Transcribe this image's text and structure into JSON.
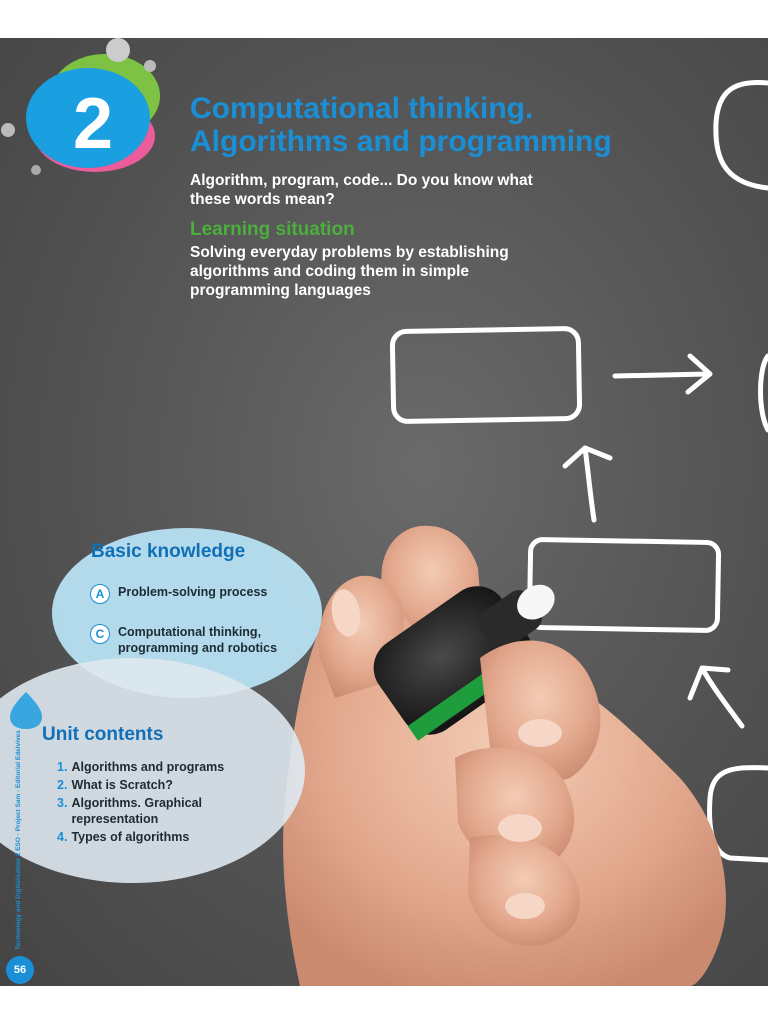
{
  "unit": {
    "number": "2",
    "title_lines": [
      "Computational thinking.",
      "Algorithms and programming"
    ],
    "subtitle": "Algorithm, program, code... Do you know what these words mean?"
  },
  "learning_situation": {
    "heading": "Learning situation",
    "text": "Solving everyday problems by establishing algorithms and coding them in simple programming languages"
  },
  "basic_knowledge": {
    "heading": "Basic knowledge",
    "items": [
      {
        "letter": "A",
        "text": "Problem-solving process"
      },
      {
        "letter": "C",
        "text": "Computational thinking, programming and robotics"
      }
    ]
  },
  "unit_contents": {
    "heading": "Unit contents",
    "items": [
      {
        "num": "1.",
        "text": "Algorithms and programs"
      },
      {
        "num": "2.",
        "text": "What is Scratch?"
      },
      {
        "num": "3.",
        "text": "Algorithms. Graphical representation"
      },
      {
        "num": "4.",
        "text": "Types of algorithms"
      }
    ]
  },
  "footer": {
    "page_number": "56",
    "side_text": "Technology and Digitalisation 2 ESO · Project Sam · Editorial Edelvives"
  },
  "colors": {
    "title_blue": "#1a8fd6",
    "learning_green": "#4cae3c",
    "bubble_light_blue": "#bae4f5",
    "bubble_light_grey": "#dee8f0",
    "background_grey": "#575757"
  }
}
